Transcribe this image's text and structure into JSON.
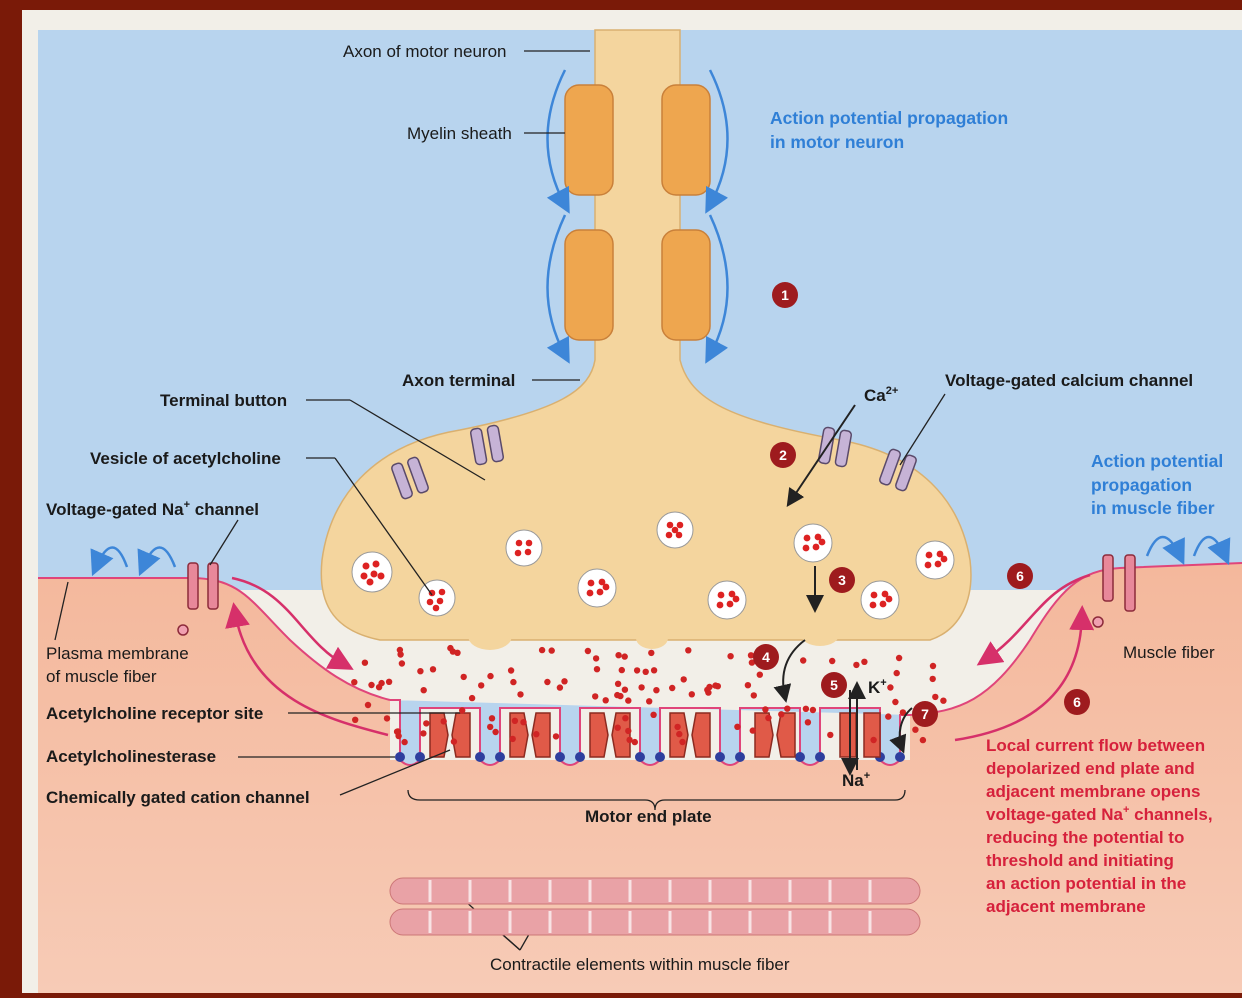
{
  "labels": {
    "axon": "Axon of motor neuron",
    "myelin": "Myelin sheath",
    "ap_neuron_1": "Action potential propagation",
    "ap_neuron_2": "in motor neuron",
    "axon_terminal": "Axon terminal",
    "terminal_button": "Terminal button",
    "ca": "Ca",
    "ca_sup": "2+",
    "vg_calcium": "Voltage-gated calcium channel",
    "vesicle": "Vesicle of acetylcholine",
    "vg_na_pre": "Voltage-gated Na",
    "vg_na_sup": "+",
    "vg_na_post": " channel",
    "ap_fiber_1": "Action potential",
    "ap_fiber_2": "propagation",
    "ap_fiber_3": "in muscle fiber",
    "plasma_1": "Plasma membrane",
    "plasma_2": "of muscle fiber",
    "muscle_fiber": "Muscle fiber",
    "ach_receptor": "Acetylcholine receptor site",
    "ache": "Acetylcholinesterase",
    "chem_gated": "Chemically gated cation channel",
    "k": "K",
    "k_sup": "+",
    "na": "Na",
    "na_sup": "+",
    "motor_end_plate": "Motor end plate",
    "contractile": "Contractile elements within muscle fiber"
  },
  "local_current": [
    "Local current flow between",
    "depolarized end plate and",
    "adjacent membrane opens",
    "voltage-gated Na",
    "reducing the potential to",
    "threshold and initiating",
    "an action potential in the",
    "adjacent membrane"
  ],
  "local_current_line4_sup": "+",
  "local_current_line4_post": " channels,",
  "steps": [
    "1",
    "2",
    "3",
    "4",
    "5",
    "6",
    "6",
    "7"
  ],
  "colors": {
    "background_frame": "#7a1a08",
    "extracellular": "#b7d3ee",
    "muscle": "#f3b79e",
    "neuron": "#f3d49c",
    "myelin": "#eea64f",
    "step_marker": "#9e1b1e",
    "blue_text": "#2f7fd6",
    "red_text": "#d6213c"
  }
}
